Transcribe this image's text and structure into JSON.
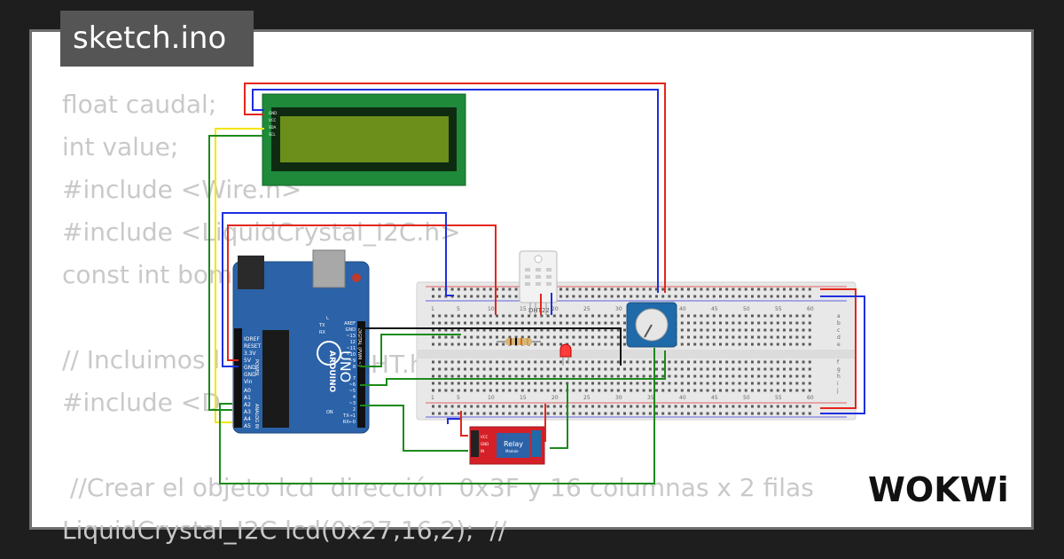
{
  "window": {
    "title": "sketch.ino"
  },
  "code": {
    "lines": [
      "float caudal;",
      "int value;",
      "#include <Wire.h>",
      "#include <LiquidCrystal_I2C.h>",
      "const int bom",
      "",
      "// Incluimos l",
      "#include <D",
      "",
      " //Crear el objeto lcd  dirección  0x3F y 16 columnas x 2 filas",
      "LiquidCrystal_I2C lcd(0x27,16,2);  //"
    ],
    "overlap_fragments": {
      "dht_h": "HT.h"
    }
  },
  "circuit": {
    "lcd_pins": [
      "GND",
      "VCC",
      "SDA",
      "SCL"
    ],
    "arduino": {
      "brand": "ARDUINO",
      "model": "UNO",
      "analog_label": "ANALOG IN",
      "digital_label": "DIGITAL (PWM ~)",
      "power_label": "POWER",
      "power_pins": [
        "IOREF",
        "RESET",
        "3.3V",
        "5V",
        "GND",
        "GND",
        "Vin"
      ],
      "analog_pins": [
        "A0",
        "A1",
        "A2",
        "A3",
        "A4",
        "A5"
      ],
      "digital_pins": [
        "AREF",
        "GND",
        "~13",
        "12",
        "~11",
        "~10",
        "~9",
        "8",
        "7",
        "~6",
        "~5",
        "4",
        "~3",
        "2",
        "TX→1",
        "RX←0"
      ],
      "tx_label": "TX",
      "rx_label": "RX",
      "on_label": "ON",
      "l_label": "L"
    },
    "dht_label": "DHT22",
    "relay": {
      "title": "Relay",
      "subtitle": "Module",
      "pins": [
        "VCC",
        "GND",
        "IN"
      ]
    },
    "breadboard_numbers": [
      "1",
      "5",
      "10",
      "15",
      "20",
      "25",
      "30",
      "35",
      "40",
      "45",
      "50",
      "55",
      "60"
    ],
    "breadboard_rows_top": [
      "a",
      "b",
      "c",
      "d",
      "e"
    ],
    "breadboard_rows_bottom": [
      "f",
      "g",
      "h",
      "i",
      "j"
    ]
  },
  "brand": {
    "logo_text": "WOKWi"
  },
  "colors": {
    "background": "#1e1e1e",
    "panel": "#ffffff",
    "code_text": "#c9c9c9",
    "tab_bg": "#555555",
    "wire_red": "#e3261c",
    "wire_blue": "#1d2fe0",
    "wire_green": "#1c8a1c",
    "wire_yellow": "#f2e600",
    "arduino": "#2b62a8",
    "lcd_pcb": "#1e8a3a",
    "lcd_screen": "#6b8f1a",
    "relay_pcb": "#d52028",
    "pot": "#1f6aa8"
  }
}
